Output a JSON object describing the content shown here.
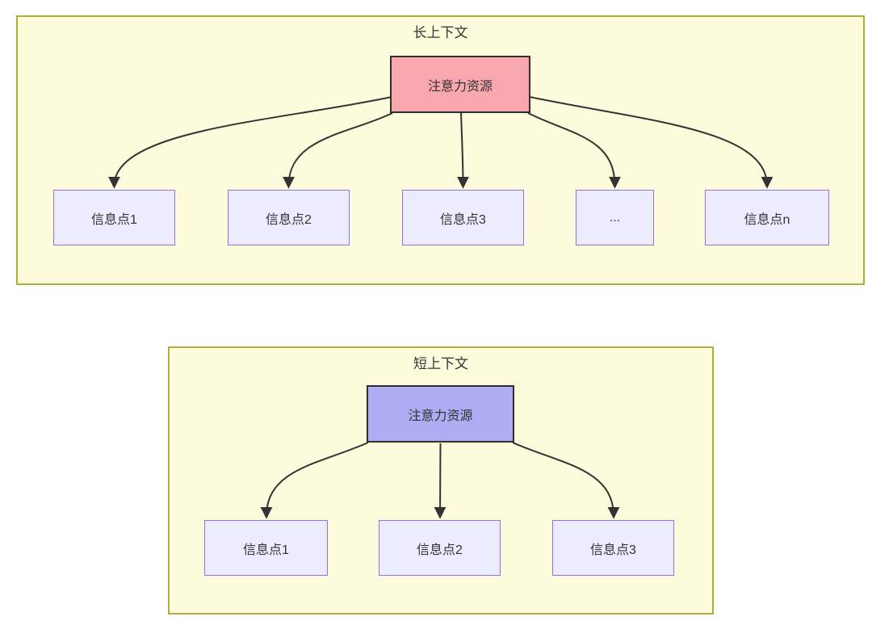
{
  "long_context": {
    "title": "长上下文",
    "source_label": "注意力资源",
    "nodes": [
      {
        "label": "信息点1"
      },
      {
        "label": "信息点2"
      },
      {
        "label": "信息点3"
      },
      {
        "label": "..."
      },
      {
        "label": "信息点n"
      }
    ]
  },
  "short_context": {
    "title": "短上下文",
    "source_label": "注意力资源",
    "nodes": [
      {
        "label": "信息点1"
      },
      {
        "label": "信息点2"
      },
      {
        "label": "信息点3"
      }
    ]
  },
  "colors": {
    "group_fill": "#fcfbdc",
    "group_border": "#b2ae3c",
    "long_source_fill": "#f8a7ae",
    "short_source_fill": "#aeacf2",
    "source_border": "#2f2f2f",
    "node_fill": "#ececff",
    "node_border": "#9370db",
    "arrow": "#333333",
    "text": "#333333"
  }
}
